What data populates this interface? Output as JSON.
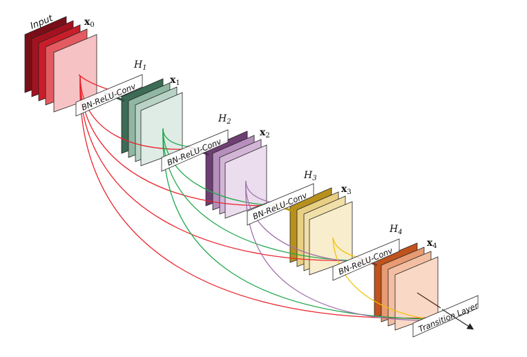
{
  "labels": {
    "input": "Input",
    "x0": "x",
    "x0_sub": "0",
    "x1": "x",
    "x1_sub": "1",
    "x2": "x",
    "x2_sub": "2",
    "x3": "x",
    "x3_sub": "3",
    "x4": "x",
    "x4_sub": "4",
    "h1": "H",
    "h1_sub": "1",
    "h2": "H",
    "h2_sub": "2",
    "h3": "H",
    "h3_sub": "3",
    "h4": "H",
    "h4_sub": "4",
    "bnrelu1": "BN-ReLU-Conv",
    "bnrelu2": "BN-ReLU-Conv",
    "bnrelu3": "BN-ReLU-Conv",
    "bnrelu4": "BN-ReLU-Conv",
    "transition": "Transition Layer"
  },
  "colors": {
    "input_stack": [
      "#7a0e18",
      "#a5121f",
      "#c81e2a",
      "#e35a60",
      "#f7c2c4"
    ],
    "h1_stack": [
      "#3d6b55",
      "#8fb7a2",
      "#b8d3c5",
      "#dfece6"
    ],
    "h2_stack": [
      "#6e3f73",
      "#b68fbc",
      "#d3b6d7",
      "#ebdded"
    ],
    "h3_stack": [
      "#b8901d",
      "#e8cf83",
      "#f1dfa8",
      "#f8edcc"
    ],
    "h4_stack": [
      "#c0531d",
      "#e89a72",
      "#f3bea1",
      "#f9d8c6"
    ],
    "arrow_red": "#e8242c",
    "arrow_green": "#1fa84c",
    "arrow_purple": "#a072ac",
    "arrow_yellow": "#f2c200"
  }
}
